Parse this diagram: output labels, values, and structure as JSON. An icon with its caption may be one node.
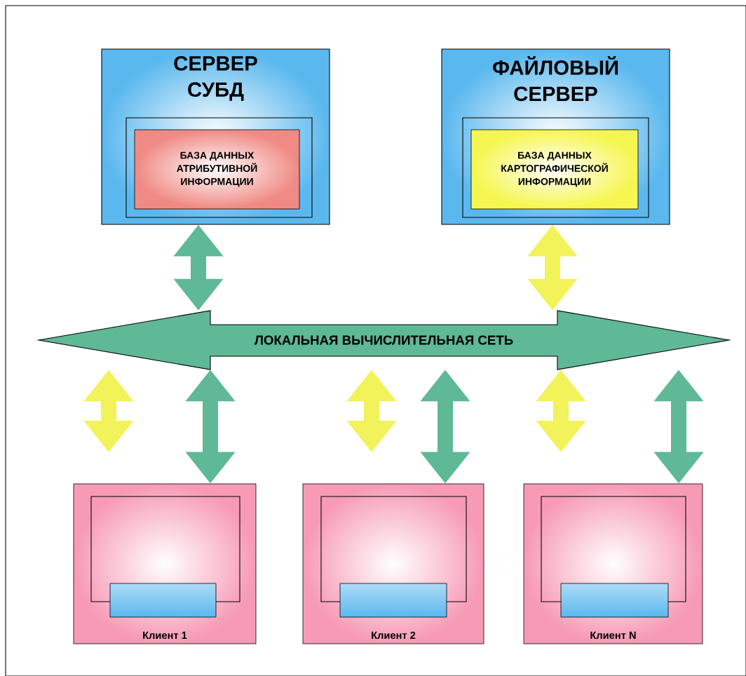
{
  "diagram": {
    "nodes": [
      {
        "text": [
          "СЕРВЕР СУБД"
        ]
      },
      {
        "text": [
          "БАЗА ДАННЫХ АТРИБУТИВНОЙ ИНФОРМАЦИИ"
        ],
        "in": 0
      },
      {
        "text": [
          "ФАЙЛОВЫЙ СЕРВЕР"
        ]
      },
      {
        "text": [
          "БАЗА ДАННЫХ КАРТОГРАФИЧЕСКОЙ ИНФОРМАЦИИ"
        ],
        "in": 2
      },
      {
        "text": [
          "ЛОКАЛЬНАЯ ВЫЧИСЛИТЕЛЬНАЯ СЕТЬ"
        ]
      },
      {
        "text": [
          "Клиент 1"
        ]
      },
      {
        "text": [],
        "shape": "box",
        "in": 5
      },
      {
        "text": [
          "Клиент 2"
        ]
      },
      {
        "text": [],
        "shape": "box",
        "in": 7
      },
      {
        "text": [
          "Клиент N"
        ]
      },
      {
        "text": [],
        "shape": "box",
        "in": 9
      }
    ],
    "edges": [
      {
        "from": 0,
        "to": 4,
        "arrow": "both",
        "color": "#5fb896"
      },
      {
        "from": 2,
        "to": 4,
        "arrow": "both",
        "color": "#f2f25a"
      },
      {
        "from": 4,
        "to": null,
        "arrow": "both",
        "color": "#f2f25a"
      },
      {
        "from": 4,
        "to": 5,
        "arrow": "both",
        "color": "#5fb896"
      },
      {
        "from": 4,
        "to": null,
        "arrow": "both",
        "color": "#f2f25a"
      },
      {
        "from": 4,
        "to": 7,
        "arrow": "both",
        "color": "#5fb896"
      },
      {
        "from": 4,
        "to": null,
        "arrow": "both",
        "color": "#f2f25a"
      },
      {
        "from": 4,
        "to": 9,
        "arrow": "both",
        "color": "#5fb896"
      }
    ]
  }
}
